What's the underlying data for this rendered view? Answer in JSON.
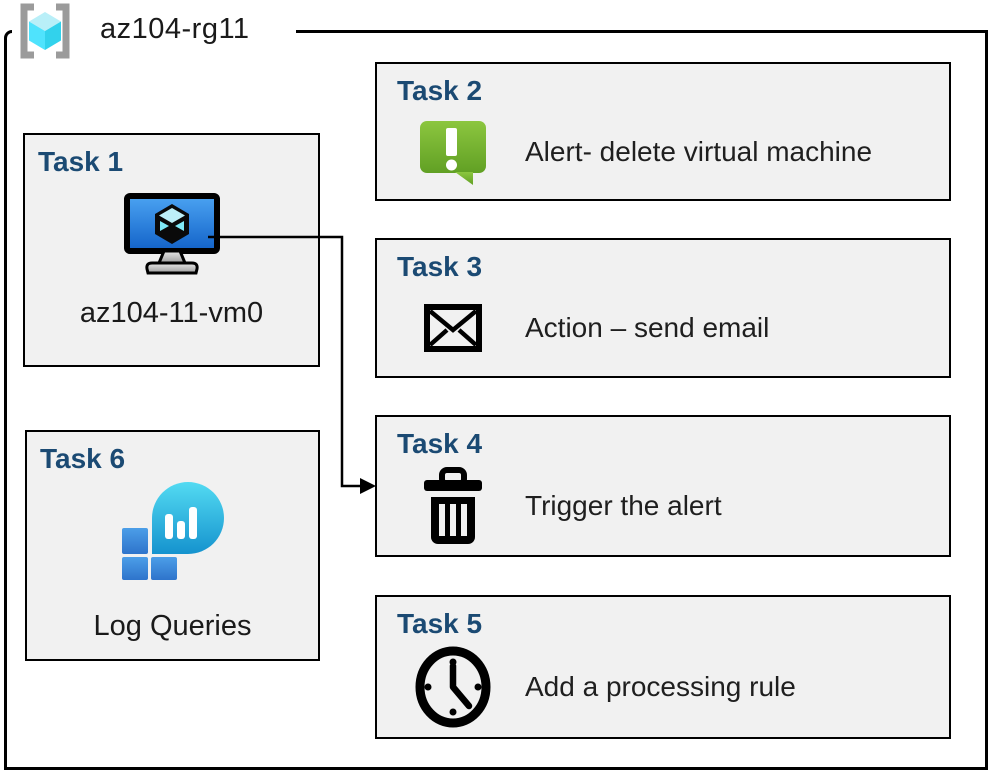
{
  "group": {
    "label": "az104-rg11"
  },
  "tasks": [
    {
      "title": "Task 1",
      "label": "az104-11-vm0",
      "icon": "virtual-machine-icon"
    },
    {
      "title": "Task 2",
      "label": "Alert- delete virtual machine",
      "icon": "alert-message-icon"
    },
    {
      "title": "Task 3",
      "label": "Action – send email",
      "icon": "email-envelope-icon"
    },
    {
      "title": "Task 4",
      "label": "Trigger the alert",
      "icon": "trash-icon"
    },
    {
      "title": "Task 5",
      "label": "Add a processing rule",
      "icon": "clock-icon"
    },
    {
      "title": "Task 6",
      "label": "Log Queries",
      "icon": "log-analytics-icon"
    }
  ],
  "connector": {
    "from": "Task 1",
    "to": "Task 4"
  },
  "colors": {
    "task_title": "#1B4A73",
    "box_fill": "#F1F1F1",
    "box_border": "#000000",
    "alert_green_top": "#8CC63F",
    "alert_green_bottom": "#61A024",
    "vm_screen_top": "#4BA3F2",
    "vm_screen_bottom": "#1262C8",
    "log_balloon_top": "#53DBF2",
    "log_balloon_bottom": "#1593CE",
    "log_square_top": "#4C9EE8",
    "log_square_bottom": "#2E74CB",
    "rg_cube_top": "#B9EFF8",
    "rg_cube_left": "#4FE3FD",
    "rg_cube_right": "#32D2EC",
    "rg_bracket": "#9B9B9B"
  }
}
